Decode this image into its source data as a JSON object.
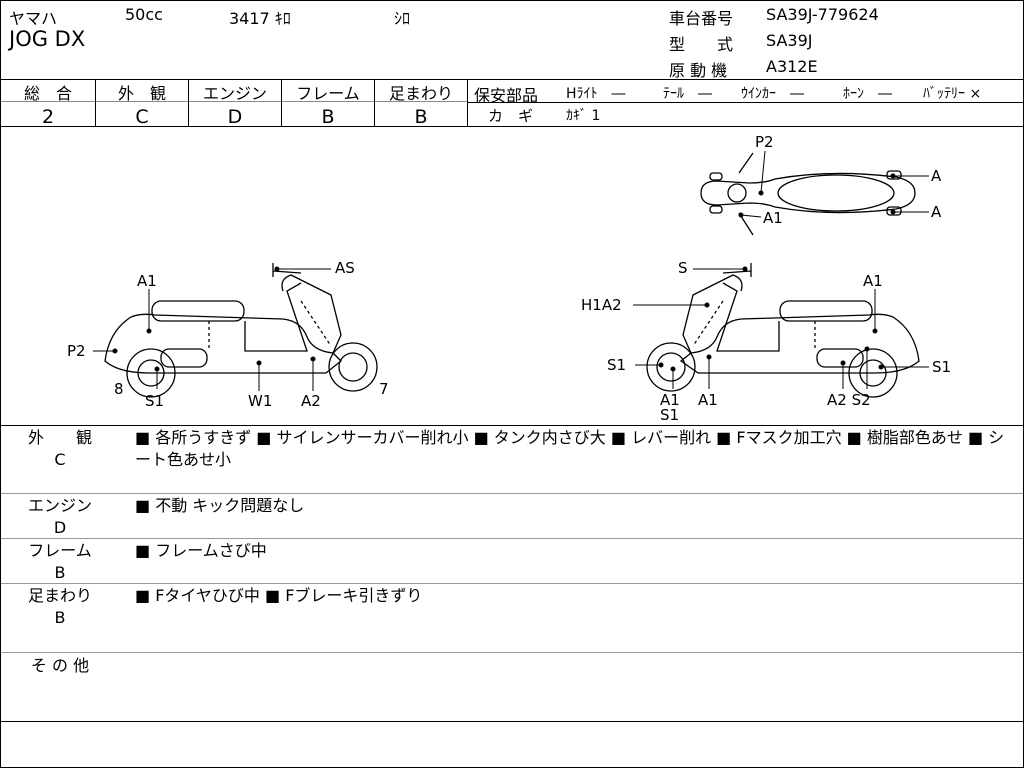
{
  "header": {
    "maker": "ヤマハ",
    "displacement": "50cc",
    "mileage": "3417 ｷﾛ",
    "color": "ｼﾛ",
    "model_name": "JOG DX",
    "frame_no_label": "車台番号",
    "frame_no": "SA39J-779624",
    "model_label": "型　　式",
    "model": "SA39J",
    "engine_label": "原 動 機",
    "engine": "A312E"
  },
  "ratings": [
    {
      "label": "総　合",
      "value": "2"
    },
    {
      "label": "外　観",
      "value": "C"
    },
    {
      "label": "エンジン",
      "value": "D"
    },
    {
      "label": "フレーム",
      "value": "B"
    },
    {
      "label": "足まわり",
      "value": "B"
    }
  ],
  "safety": {
    "label": "保安部品",
    "headlight": "Hﾗｲﾄ　―",
    "taillight": "ﾃｰﾙ　―",
    "winker": "ｳｲﾝｶｰ　―",
    "horn": "ﾎｰﾝ　―",
    "battery": "ﾊﾞｯﾃﾘｰ ×",
    "key_label": "カ　ギ",
    "key_value": "ｶｷﾞ 1"
  },
  "diagram_labels": {
    "top_p2": "P2",
    "top_a_upper": "A",
    "top_a_lower": "A",
    "top_a1": "A1",
    "left_a1": "A1",
    "left_as": "AS",
    "left_p2": "P2",
    "left_8": "8",
    "left_s1": "S1",
    "left_w1": "W1",
    "left_a2": "A2",
    "left_7": "7",
    "right_s": "S",
    "right_a1_top": "A1",
    "right_h1a2": "H1A2",
    "right_s1_left": "S1",
    "right_s1_right": "S1",
    "right_a1_s1": "A1",
    "right_s1_bottom": "S1",
    "right_a1_mid": "A1",
    "right_a2s2": "A2 S2"
  },
  "sections": [
    {
      "label": "外　　観",
      "grade": "C",
      "text": "■ 各所うすきず ■ サイレンサーカバー削れ小 ■ タンク内さび大 ■ レバー削れ ■ Fマスク加工穴 ■ 樹脂部色あせ ■ シート色あせ小"
    },
    {
      "label": "エンジン",
      "grade": "D",
      "text": "■ 不動 キック問題なし"
    },
    {
      "label": "フレーム",
      "grade": "B",
      "text": "■ フレームさび中"
    },
    {
      "label": "足まわり",
      "grade": "B",
      "text": "■ Fタイヤひび中 ■ Fブレーキ引きずり"
    },
    {
      "label": "そ の 他",
      "grade": "",
      "text": ""
    }
  ]
}
